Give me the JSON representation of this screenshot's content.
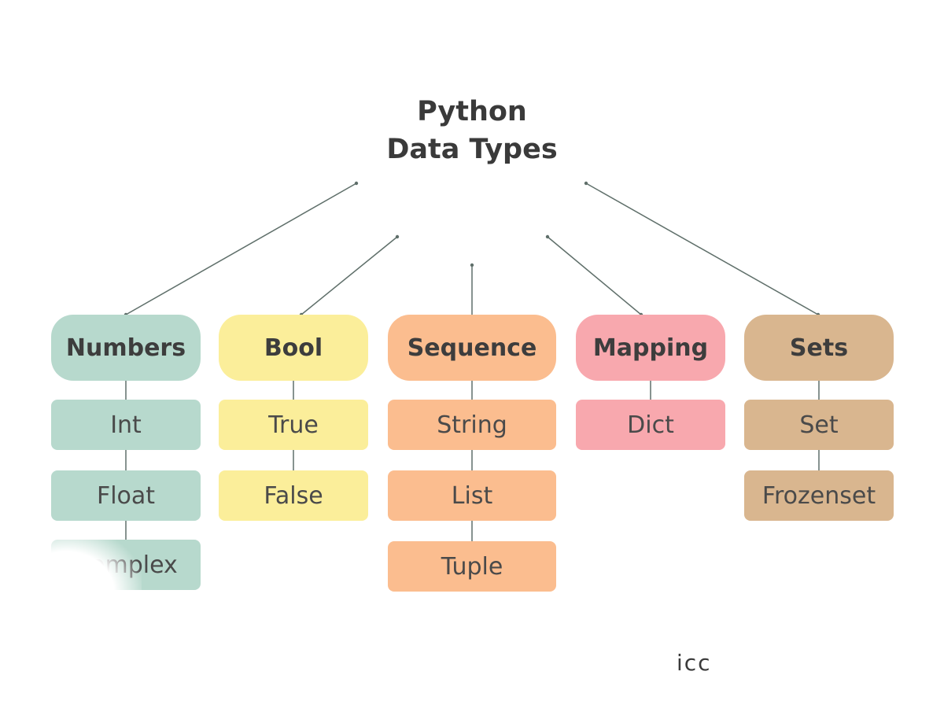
{
  "title": {
    "line1": "Python",
    "line2": "Data Types"
  },
  "colors": {
    "numbers": "#b7d9cd",
    "bool": "#fbee9a",
    "sequence": "#fbbd8f",
    "mapping": "#f8a8ae",
    "sets": "#d9b68f",
    "connector": "#5f6f6a"
  },
  "categories": [
    {
      "key": "numbers",
      "label": "Numbers",
      "items": [
        "Int",
        "Float",
        "Complex"
      ]
    },
    {
      "key": "bool",
      "label": "Bool",
      "items": [
        "True",
        "False"
      ]
    },
    {
      "key": "sequence",
      "label": "Sequence",
      "items": [
        "String",
        "List",
        "Tuple"
      ]
    },
    {
      "key": "mapping",
      "label": "Mapping",
      "items": [
        "Dict"
      ]
    },
    {
      "key": "sets",
      "label": "Sets",
      "items": [
        "Set",
        "Frozenset"
      ]
    }
  ],
  "watermark": "icc"
}
